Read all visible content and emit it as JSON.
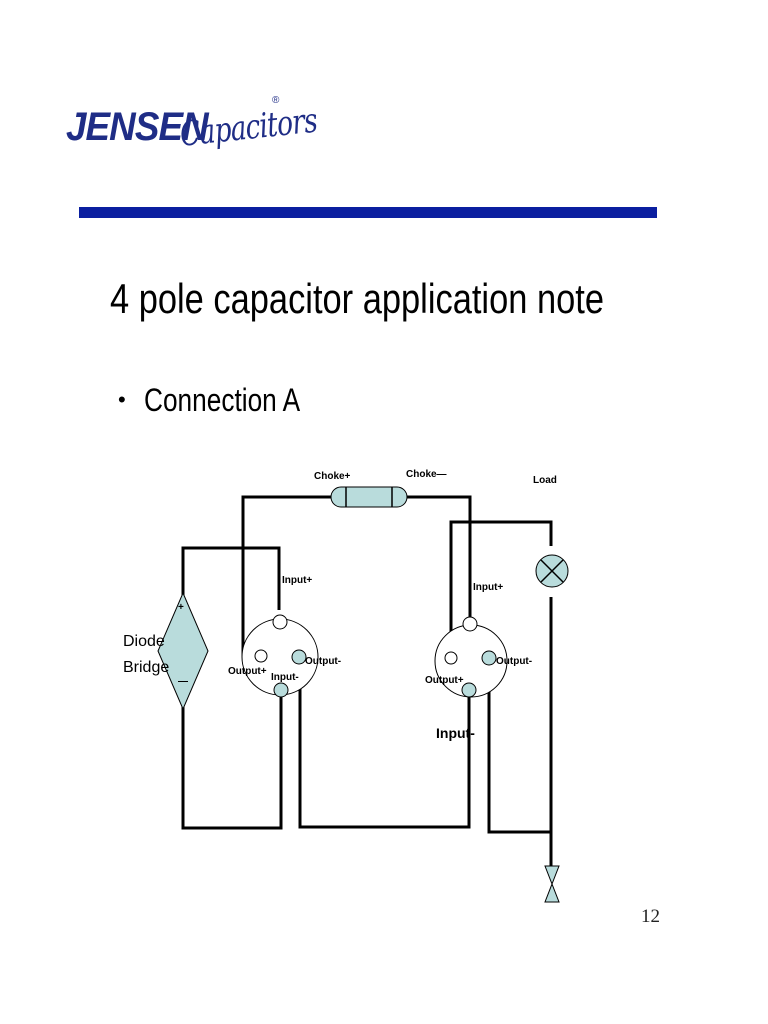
{
  "logo": {
    "brand": "JENSEN",
    "script": "Capacitors",
    "registered": "®"
  },
  "slide": {
    "title": "4 pole capacitor application note",
    "bullets": [
      {
        "marker": "•",
        "text": "Connection A"
      }
    ],
    "page_number": "12",
    "rule_color": "#0b1fa0"
  },
  "diagram": {
    "choke_plus": "Choke+",
    "choke_minus": "Choke—",
    "load": "Load",
    "diode_bridge_line1": "Diode",
    "diode_bridge_line2": "Bridge",
    "bridge_plus": "+",
    "bridge_minus": "—",
    "cap1": {
      "input_plus": "Input+",
      "output_plus": "Output+",
      "input_minus": "Input-",
      "output_minus": "Output-"
    },
    "cap2": {
      "input_plus": "Input+",
      "output_plus": "Output+",
      "input_minus": "Input-",
      "output_minus": "Output-"
    },
    "component_fill": "#b9dcdc"
  }
}
